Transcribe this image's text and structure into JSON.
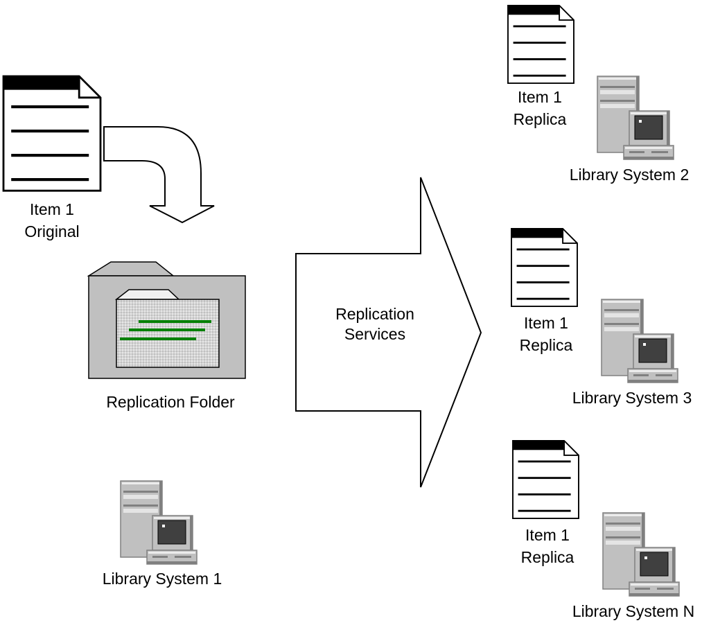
{
  "diagram": {
    "original": {
      "line1": "Item 1",
      "line2": "Original"
    },
    "replication_folder": {
      "label": "Replication Folder"
    },
    "replication_services": {
      "line1": "Replication",
      "line2": "Services"
    },
    "source_system": {
      "label": "Library System 1"
    },
    "targets": [
      {
        "replica_line1": "Item 1",
        "replica_line2": "Replica",
        "system_label": "Library System 2"
      },
      {
        "replica_line1": "Item 1",
        "replica_line2": "Replica",
        "system_label": "Library System 3"
      },
      {
        "replica_line1": "Item 1",
        "replica_line2": "Replica",
        "system_label": "Library System N"
      }
    ]
  },
  "icons": {
    "document": "document-icon",
    "folder": "folder-icon",
    "computer": "computer-icon",
    "curved_arrow": "curved-arrow",
    "big_arrow": "replication-arrow"
  },
  "colors": {
    "line": "#000000",
    "document_header": "#000000",
    "folder_fill": "#c0c0c0",
    "folder_inner": "#d8d8d8",
    "folder_text_lines": "#008000",
    "computer_body": "#c0c0c0",
    "computer_shade": "#808080",
    "screen": "#404040"
  }
}
